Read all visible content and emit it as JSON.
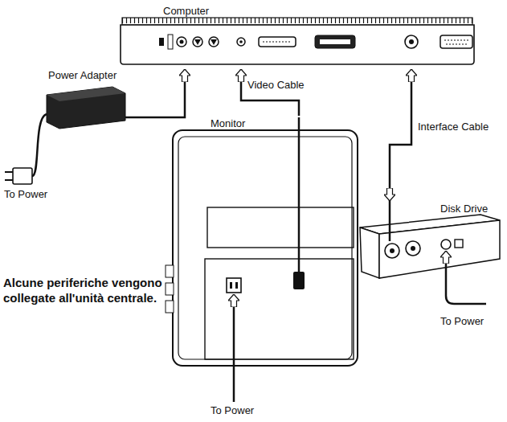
{
  "diagram": {
    "caption": "Alcune periferiche vengono collegate all'unità centrale.",
    "nodes": [
      {
        "text": [
          "Computer"
        ]
      },
      {
        "text": [
          "Power Adapter"
        ]
      },
      {
        "text": [
          "Monitor"
        ]
      },
      {
        "text": [
          "Disk Drive"
        ]
      }
    ],
    "edges": [
      {
        "from": 1,
        "to": 0,
        "arrow": "to"
      },
      {
        "from": 2,
        "to": 0,
        "arrow": "to",
        "label": "Video Cable"
      },
      {
        "from": 3,
        "to": 0,
        "arrow": "both",
        "label": "Interface Cable"
      }
    ],
    "labels": [
      "To Power",
      "To Power",
      "To Power"
    ]
  }
}
